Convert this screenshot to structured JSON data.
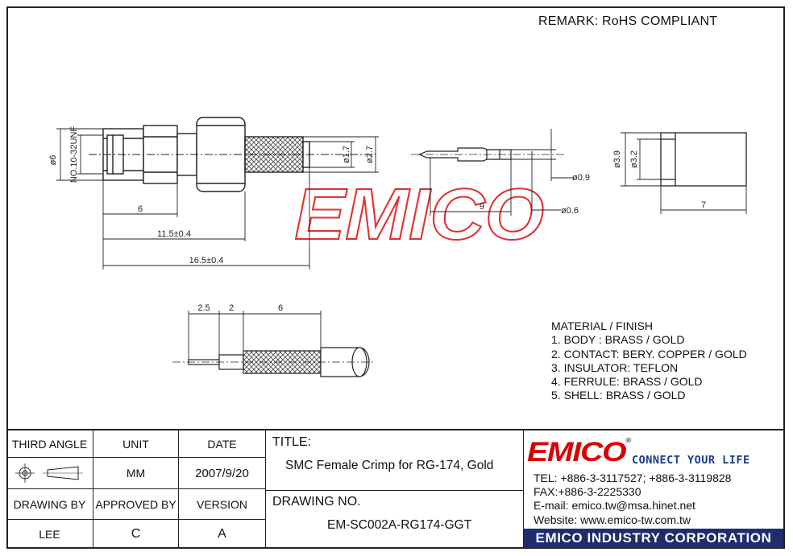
{
  "remark": "REMARK: RoHS COMPLIANT",
  "watermark": "EMICO",
  "material": {
    "heading": "MATERIAL / FINISH",
    "items": [
      "1. BODY : BRASS / GOLD",
      "2. CONTACT: BERY. COPPER / GOLD",
      "3. INSULATOR: TEFLON",
      "4. FERRULE: BRASS / GOLD",
      "5. SHELL: BRASS / GOLD"
    ]
  },
  "dimensions": {
    "body_dia": "ø6",
    "thread": "NO.10-32UNF",
    "d1": "6",
    "d2": "11.5±0.4",
    "d3": "16.5±0.4",
    "pin_dia": "ø1.7",
    "crimp_dia": "ø2.7",
    "contact_len": "9",
    "contact_d1": "ø0.9",
    "contact_d2": "ø0.6",
    "ferrule_od": "ø3.9",
    "ferrule_id": "ø3.2",
    "ferrule_len": "7",
    "strip_a": "2.5",
    "strip_b": "2",
    "strip_c": "6"
  },
  "title_block": {
    "third_angle": "THIRD ANGLE",
    "unit_label": "UNIT",
    "unit_value": "MM",
    "date_label": "DATE",
    "date_value": "2007/9/20",
    "drawing_by_label": "DRAWING BY",
    "drawing_by_value": "LEE",
    "approved_by_label": "APPROVED BY",
    "approved_by_value": "C",
    "version_label": "VERSION",
    "version_value": "A",
    "title_label": "TITLE:",
    "title_value": "SMC Female Crimp for RG-174, Gold",
    "drawing_no_label": "DRAWING NO.",
    "drawing_no_value": "EM-SC002A-RG174-GGT"
  },
  "company": {
    "logo": "EMICO",
    "slogan": "CONNECT YOUR LIFE",
    "tel": "TEL: +886-3-3117527; +886-3-3119828",
    "fax": "FAX:+886-3-2225330",
    "email": "E-mail: emico.tw@msa.hinet.net",
    "website": "Website: www.emico-tw.com.tw",
    "corporation": "EMICO INDUSTRY CORPORATION",
    "brand_color": "#d90000",
    "bar_color": "#1f2c6e"
  }
}
